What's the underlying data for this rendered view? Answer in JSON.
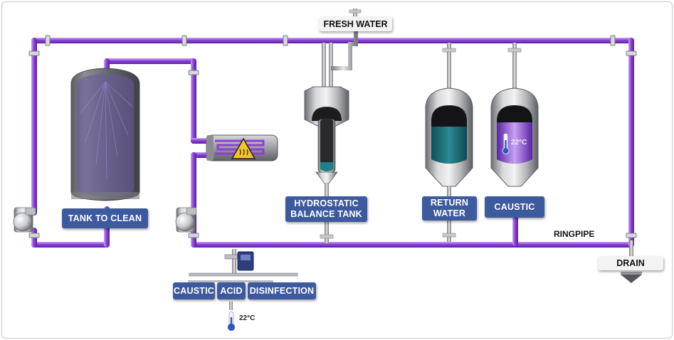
{
  "labels": {
    "fresh_water": "FRESH WATER",
    "tank_to_clean": "TANK TO CLEAN",
    "hydrostatic_line1": "HYDROSTATIC",
    "hydrostatic_line2": "BALANCE  TANK",
    "return_line1": "RETURN",
    "return_line2": "WATER",
    "caustic_tank": "CAUSTIC",
    "ringpipe": "RINGPIPE",
    "drain": "DRAIN",
    "dosing_caustic": "CAUSTIC",
    "dosing_acid": "ACID",
    "dosing_disinfection": "DISINFECTION",
    "caustic_temp": "22°C",
    "dosing_temp": "22°C"
  },
  "colors": {
    "pipe": "#8b3fd6",
    "pipe_light": "#b17af0",
    "label_bg": "#3d5a9e",
    "steel": "#a9aaae",
    "return_liquid": "#1f6d78",
    "caustic_liquid": "#8c4fd4"
  },
  "icons": [
    "heat-warning-icon",
    "thermometer-icon",
    "pump-icon",
    "valve-icon"
  ]
}
